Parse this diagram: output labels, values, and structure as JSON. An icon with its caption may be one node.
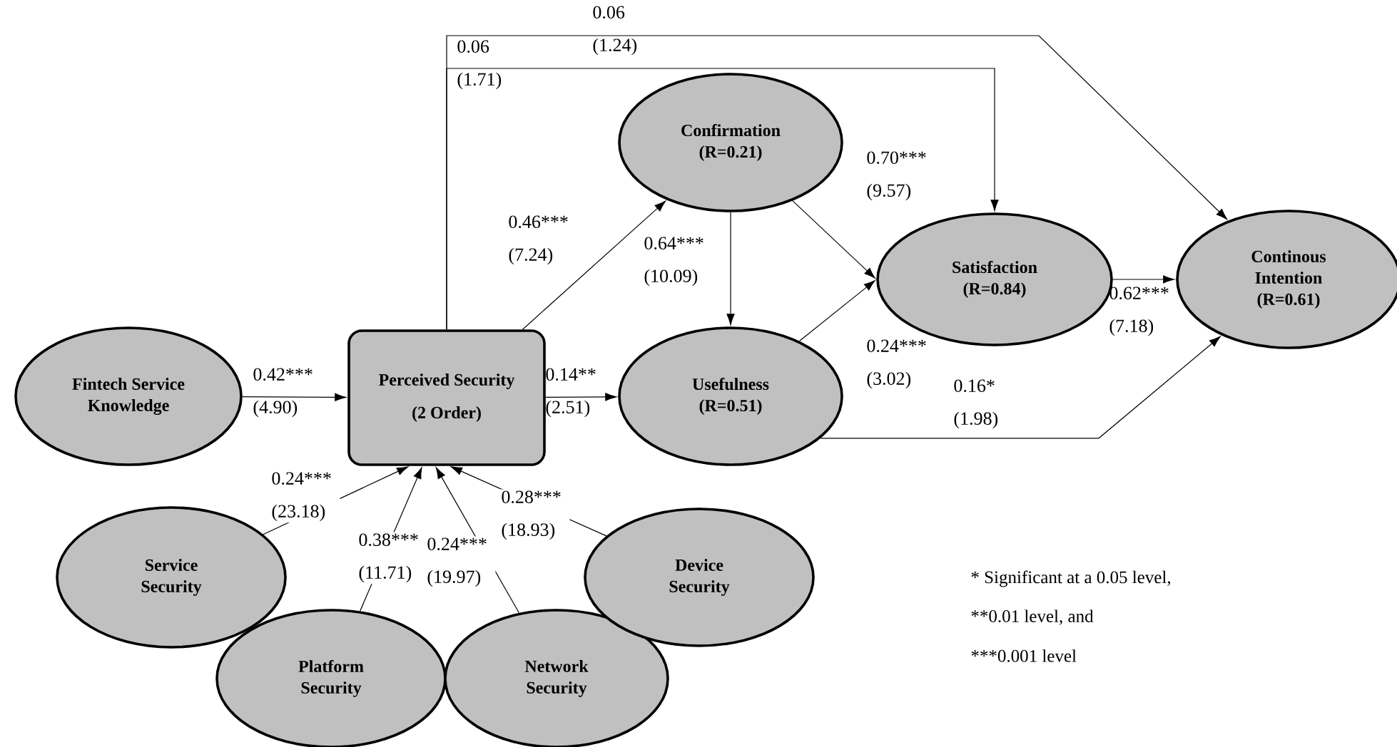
{
  "diagram": {
    "nodes": [
      {
        "text": [
          "Fintech Service Knowledge"
        ]
      },
      {
        "text": [
          "Perceived Security",
          "(2 Order)"
        ]
      },
      {
        "text": [
          "Confirmation",
          "(R=0.21)"
        ]
      },
      {
        "text": [
          "Usefulness",
          "(R=0.51)"
        ]
      },
      {
        "text": [
          "Satisfaction",
          "(R=0.84)"
        ]
      },
      {
        "text": [
          "Continous Intention",
          "(R=0.61)"
        ]
      },
      {
        "text": [
          "Service Security"
        ]
      },
      {
        "text": [
          "Platform Security"
        ]
      },
      {
        "text": [
          "Network Security"
        ]
      },
      {
        "text": [
          "Device Security"
        ]
      }
    ],
    "edges": [
      {
        "from": 0,
        "to": 1,
        "arrow": "to",
        "label": "0.42*** (4.90)"
      },
      {
        "from": 1,
        "to": 2,
        "arrow": "to",
        "label": "0.46*** (7.24)"
      },
      {
        "from": 1,
        "to": 3,
        "arrow": "to",
        "label": "0.14** (2.51)"
      },
      {
        "from": 2,
        "to": 3,
        "arrow": "to",
        "label": "0.64*** (10.09)"
      },
      {
        "from": 2,
        "to": 4,
        "arrow": "to",
        "label": "0.70*** (9.57)"
      },
      {
        "from": 3,
        "to": 4,
        "arrow": "to",
        "label": "0.24*** (3.02)"
      },
      {
        "from": 4,
        "to": 5,
        "arrow": "to",
        "label": "0.62*** (7.18)"
      },
      {
        "from": 3,
        "to": 5,
        "arrow": "to",
        "label": "0.16* (1.98)"
      },
      {
        "from": 1,
        "to": 4,
        "arrow": "to",
        "label": "0.06 (1.71)"
      },
      {
        "from": 1,
        "to": 5,
        "arrow": "to",
        "label": "0.06 (1.24)"
      },
      {
        "from": 6,
        "to": 1,
        "arrow": "to",
        "label": "0.24*** (23.18)"
      },
      {
        "from": 7,
        "to": 1,
        "arrow": "to",
        "label": "0.38*** (11.71)"
      },
      {
        "from": 8,
        "to": 1,
        "arrow": "to",
        "label": "0.24*** (19.97)"
      },
      {
        "from": 9,
        "to": 1,
        "arrow": "to",
        "label": "0.28*** (18.93)"
      }
    ],
    "labels": [
      "* Significant at a 0.05 level,",
      "**0.01 level, and",
      "***0.001 level"
    ]
  }
}
